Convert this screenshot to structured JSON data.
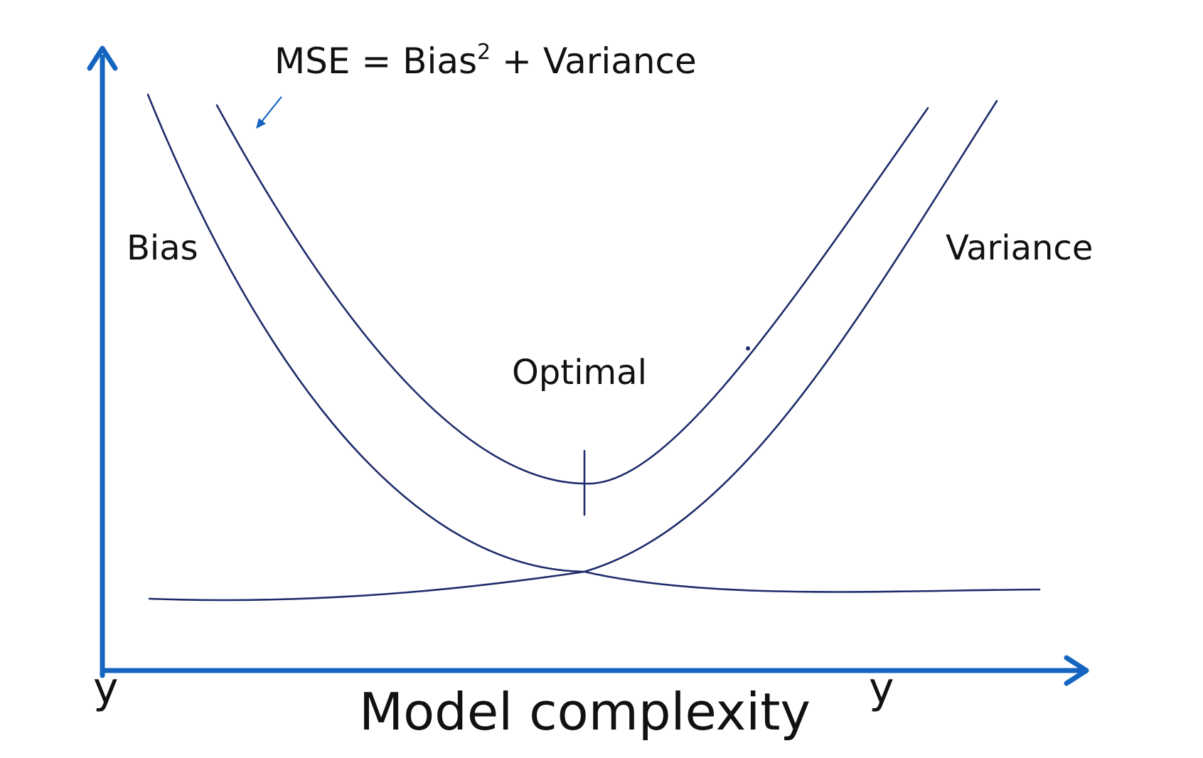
{
  "labels": {
    "formula_main": "MSE = Bias",
    "formula_sup": "2",
    "formula_tail": " + Variance",
    "bias": "Bias",
    "variance": "Variance",
    "optimal": "Optimal",
    "x_axis_title": "Model complexity",
    "y_left": "y",
    "y_right": "y"
  },
  "colors": {
    "axis": "#1565c0",
    "curves": "#1f2c6b",
    "text": "#111111"
  }
}
